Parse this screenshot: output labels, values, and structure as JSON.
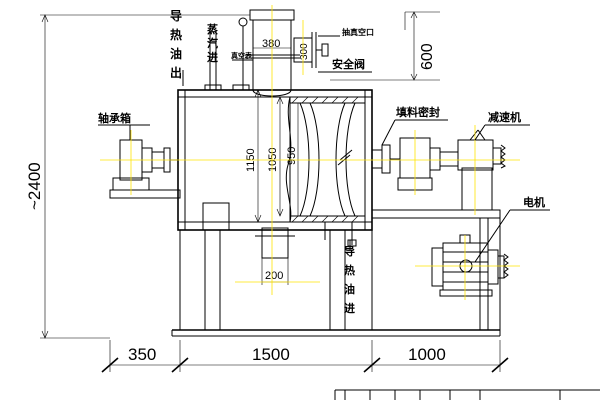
{
  "labels": {
    "heat_oil_out": [
      "导",
      "热",
      "油",
      "出"
    ],
    "steam_in": [
      "蒸",
      "汽",
      "进"
    ],
    "vacuum_gauge": "真空表",
    "vacuum_port": "抽真空口",
    "safety_valve": "安全阀",
    "bearing_box": "轴承箱",
    "packing_seal": "填料密封",
    "reducer": "减速机",
    "motor": "电机",
    "heat_oil_in": [
      "导",
      "热",
      "油",
      "进"
    ]
  },
  "dimensions": {
    "d380": "380",
    "d300": "300",
    "d600": "600",
    "d2400": "~2400",
    "d1150": "1150",
    "d1050": "1050",
    "d950": "950",
    "d200": "200",
    "d350": "350",
    "d1500": "1500",
    "d1000": "1000"
  }
}
